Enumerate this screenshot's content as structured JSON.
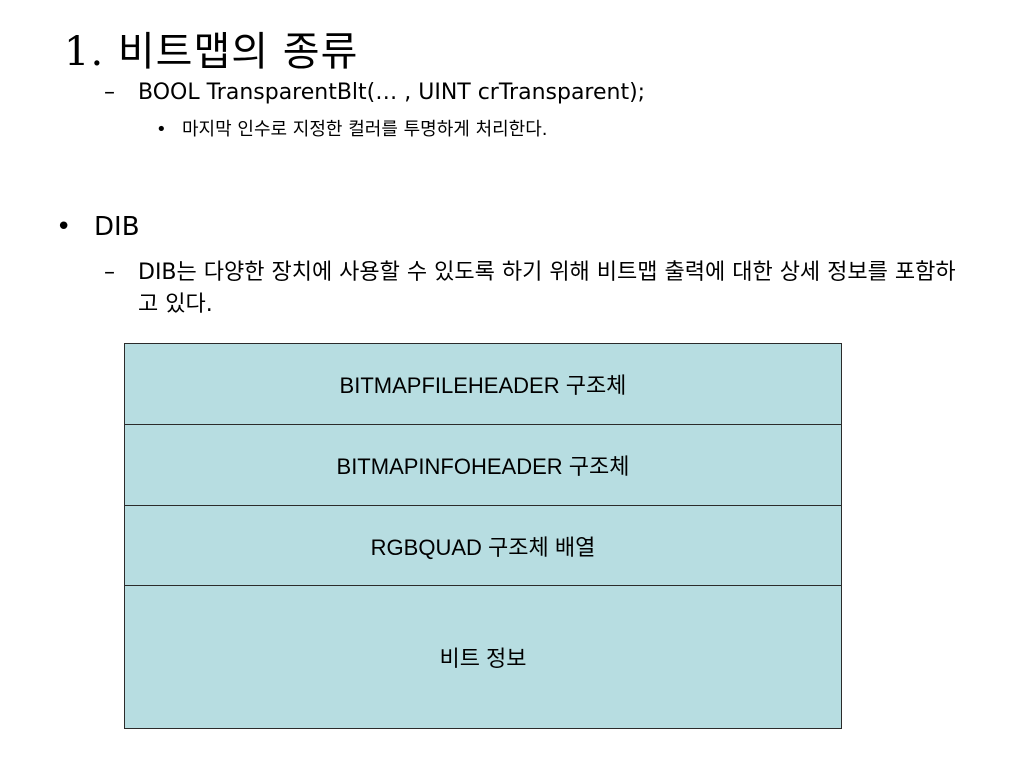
{
  "title": "1. 비트맵의 종류",
  "markers": {
    "dash": "–",
    "bullet": "•"
  },
  "transparent_blt": {
    "signature": "BOOL TransparentBlt(… , UINT crTransparent);",
    "note": "마지막 인수로 지정한 컬러를 투명하게 처리한다."
  },
  "dib": {
    "heading": "DIB",
    "description": "DIB는 다양한 장치에 사용할 수 있도록 하기 위해 비트맵 출력에 대한 상세 정보를 포함하고 있다."
  },
  "structure": {
    "fill_color": "#b7dde1",
    "border_color": "#2b2b2b",
    "blocks": [
      "BITMAPFILEHEADER 구조체",
      "BITMAPINFOHEADER 구조체",
      "RGBQUAD 구조체 배열",
      "비트 정보"
    ]
  }
}
